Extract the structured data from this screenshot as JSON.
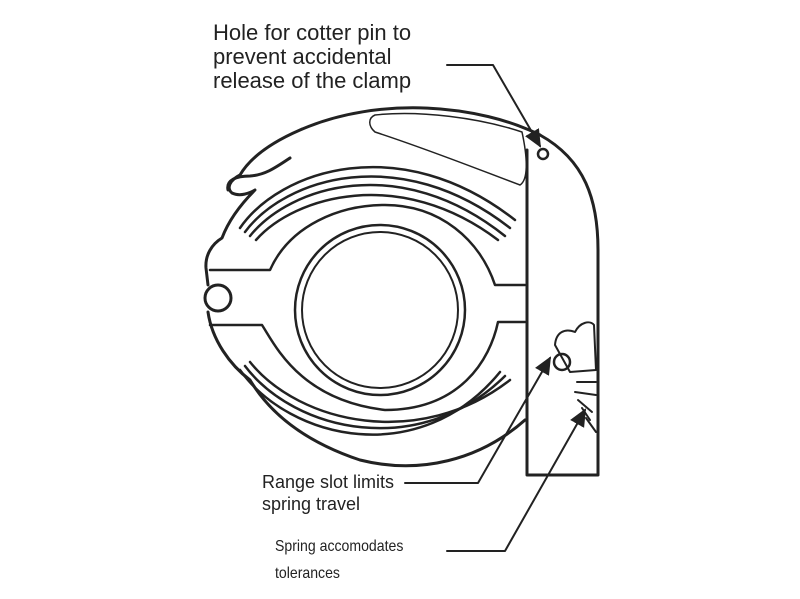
{
  "callouts": {
    "cotter_pin": [
      "Hole for cotter pin to",
      "prevent accidental",
      "release of the clamp"
    ],
    "range_slot": [
      "Range slot limits",
      "spring travel"
    ],
    "spring": [
      "Spring accomodates",
      "tolerances"
    ]
  },
  "colors": {
    "ink": "#222222",
    "background": "#ffffff"
  }
}
